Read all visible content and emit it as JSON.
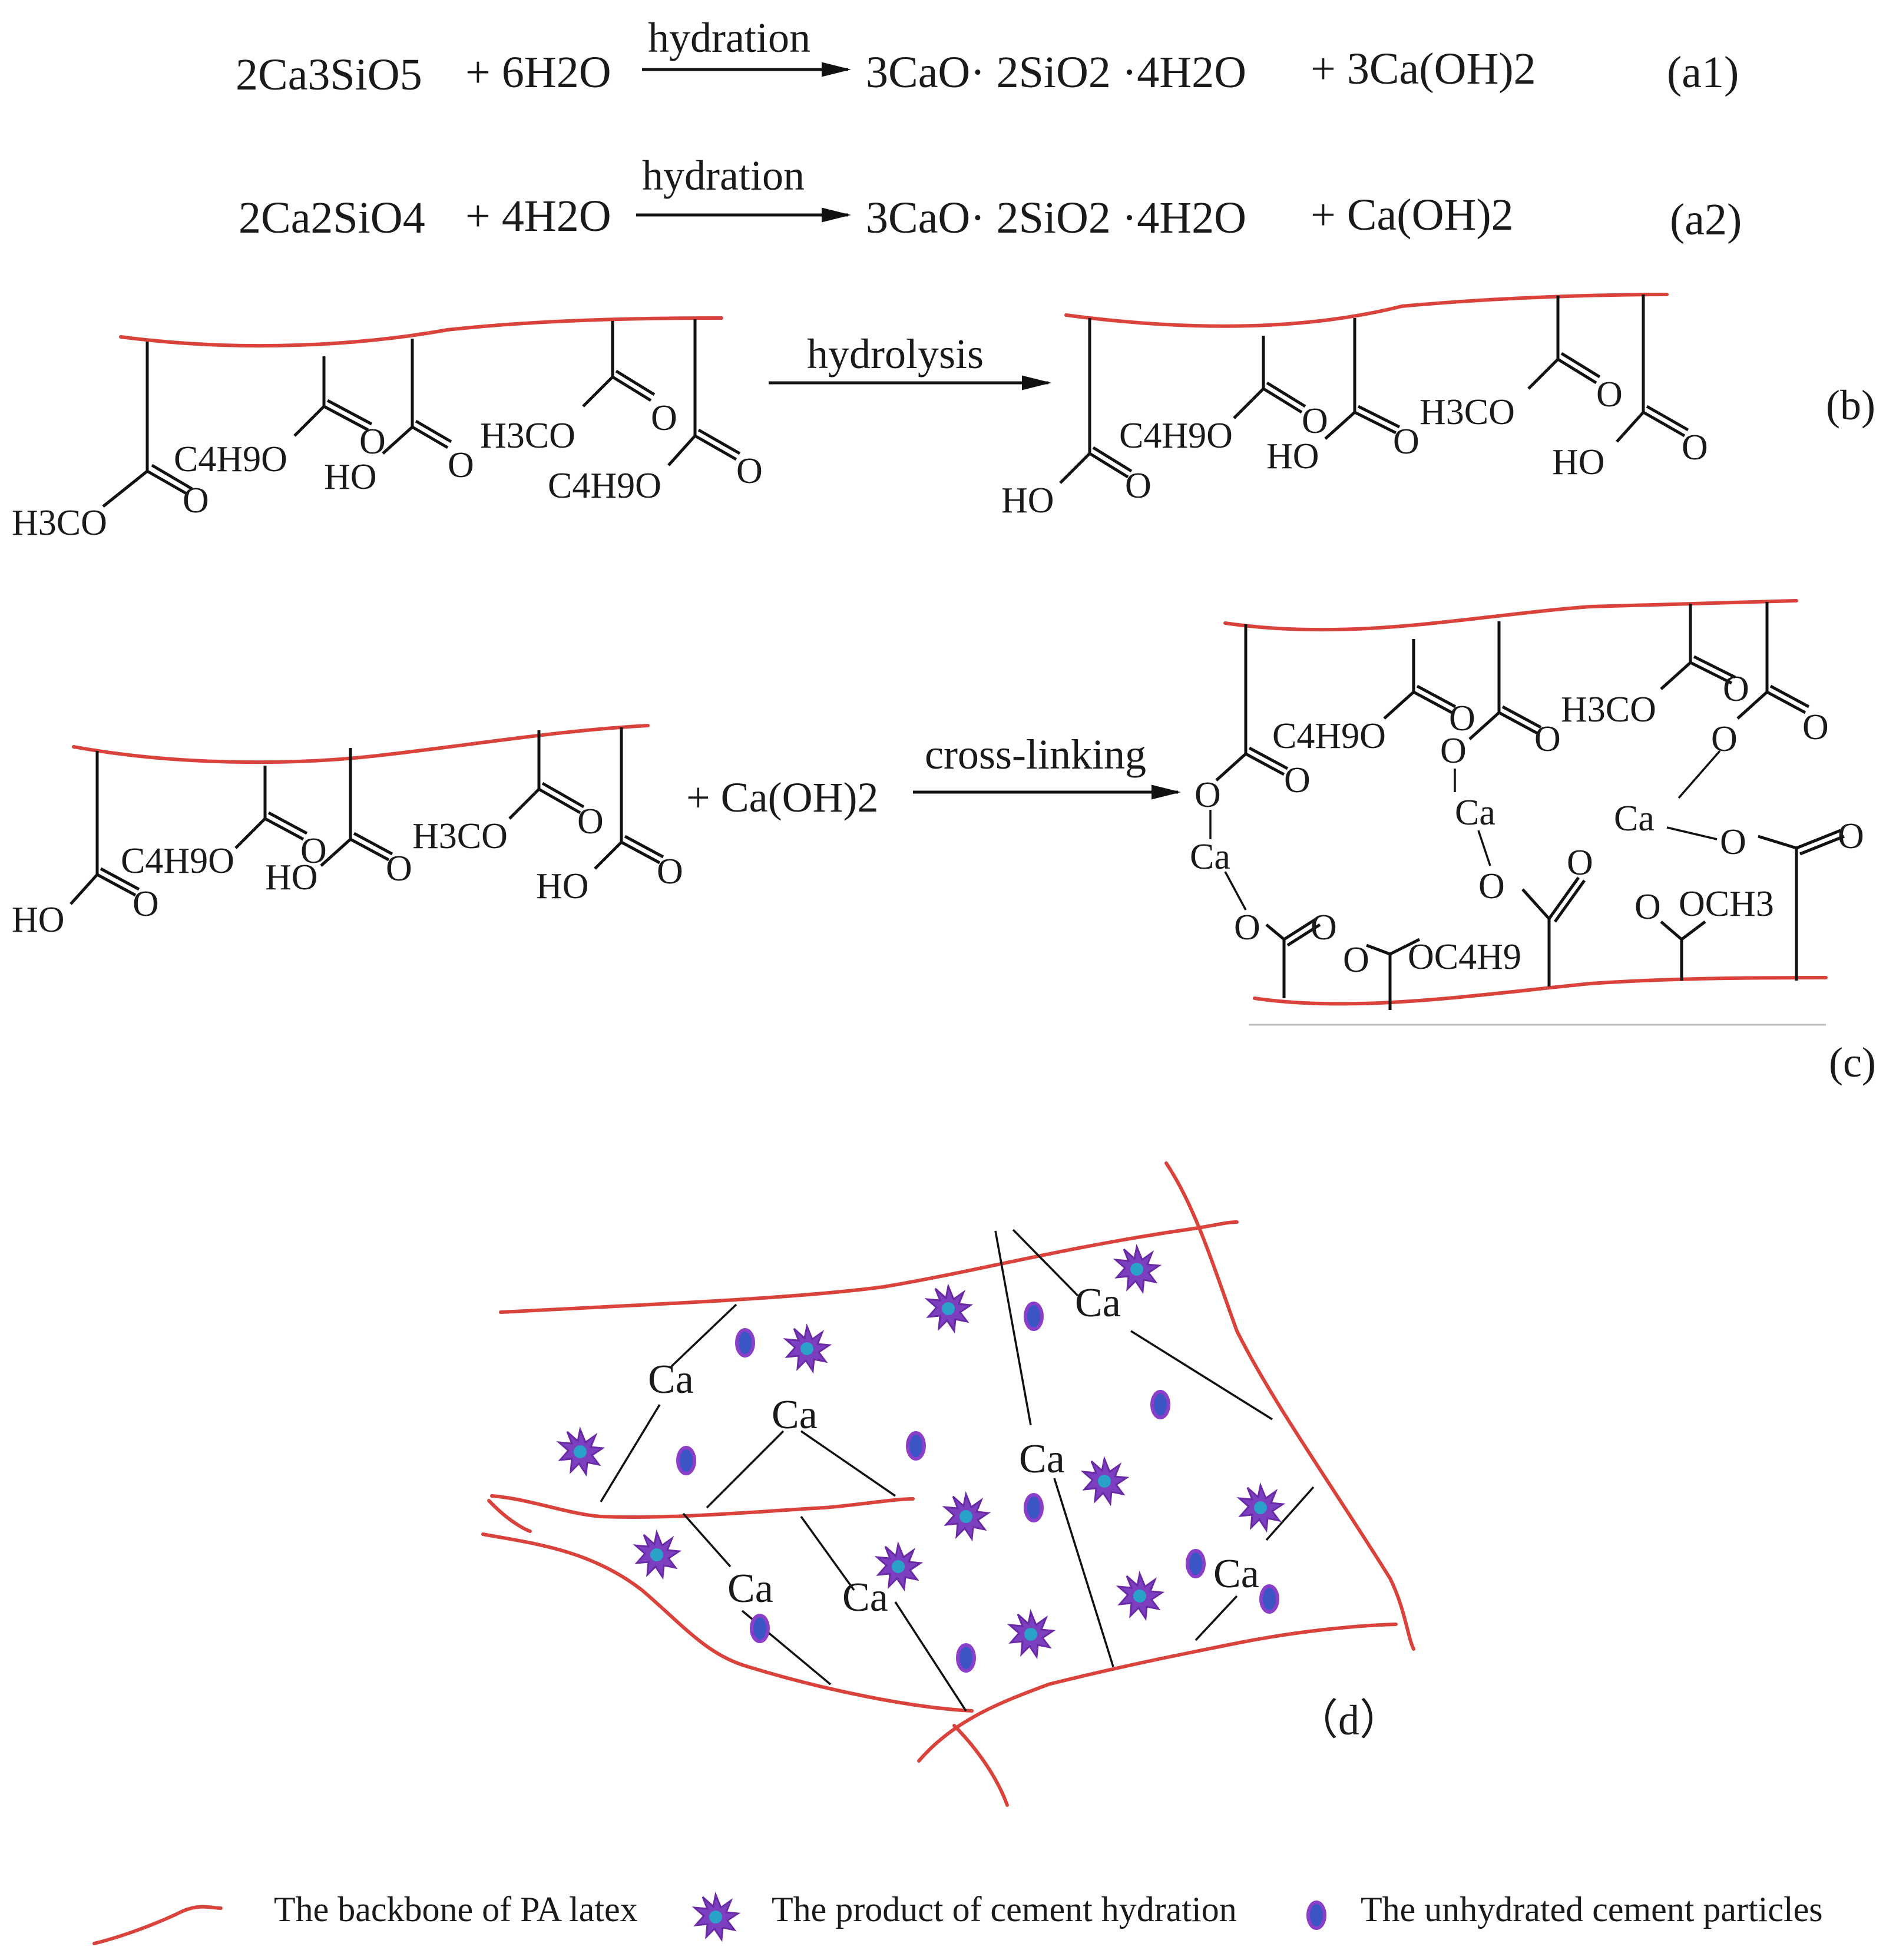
{
  "equations": {
    "a1": {
      "reactant1": "2Ca3SiO5",
      "reactant2": "+ 6H2O",
      "arrow_label": "hydration",
      "product1": "3CaO· 2SiO2 ·4H2O",
      "product2": "+  3Ca(OH)2",
      "tag": "(a1)"
    },
    "a2": {
      "reactant1": "2Ca2SiO4",
      "reactant2": "+ 4H2O",
      "arrow_label": "hydration",
      "product1": "3CaO· 2SiO2 ·4H2O",
      "product2": "+ Ca(OH)2",
      "tag": "(a2)"
    }
  },
  "panel_b": {
    "arrow_label": "hydrolysis",
    "tag": "(b)",
    "groups": {
      "h3co": "H3CO",
      "c4h9o": "C4H9O",
      "ho": "HO",
      "o": "O"
    }
  },
  "panel_c": {
    "reagent": "+ Ca(OH)2",
    "arrow_label": "cross-linking",
    "tag": "(c)",
    "ca": "Ca",
    "och3": "OCH3",
    "oc4h9": "OC4H9"
  },
  "panel_d": {
    "tag": "（d）",
    "ca": "Ca"
  },
  "legend": {
    "backbone": "The backbone of PA latex",
    "hydration_product": "The product of cement hydration",
    "unhydrated": "The unhydrated cement particles"
  },
  "colors": {
    "backbone": "#d9433b",
    "hydration_product": "#7b3fbf",
    "unhydrated": "#3b55c4"
  }
}
